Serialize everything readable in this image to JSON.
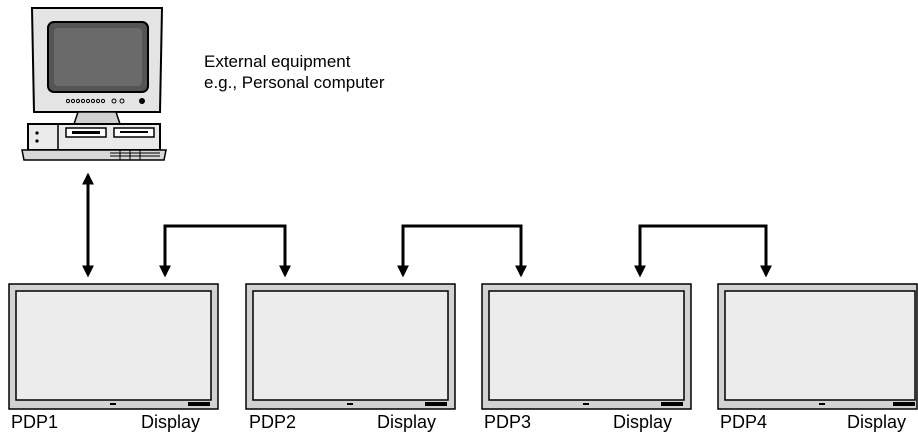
{
  "equipment": {
    "line1": "External equipment",
    "line2": "e.g., Personal computer"
  },
  "displays": [
    {
      "name": "PDP1",
      "port": "Display"
    },
    {
      "name": "PDP2",
      "port": "Display"
    },
    {
      "name": "PDP3",
      "port": "Display"
    },
    {
      "name": "PDP4",
      "port": "Display"
    }
  ],
  "links": [
    {
      "from": "External equipment",
      "to": "PDP1",
      "direction": "bidirectional"
    },
    {
      "from": "PDP1 Display",
      "to": "PDP2",
      "direction": "both-ends"
    },
    {
      "from": "PDP2 Display",
      "to": "PDP3",
      "direction": "both-ends"
    },
    {
      "from": "PDP3 Display",
      "to": "PDP4",
      "direction": "both-ends"
    }
  ]
}
